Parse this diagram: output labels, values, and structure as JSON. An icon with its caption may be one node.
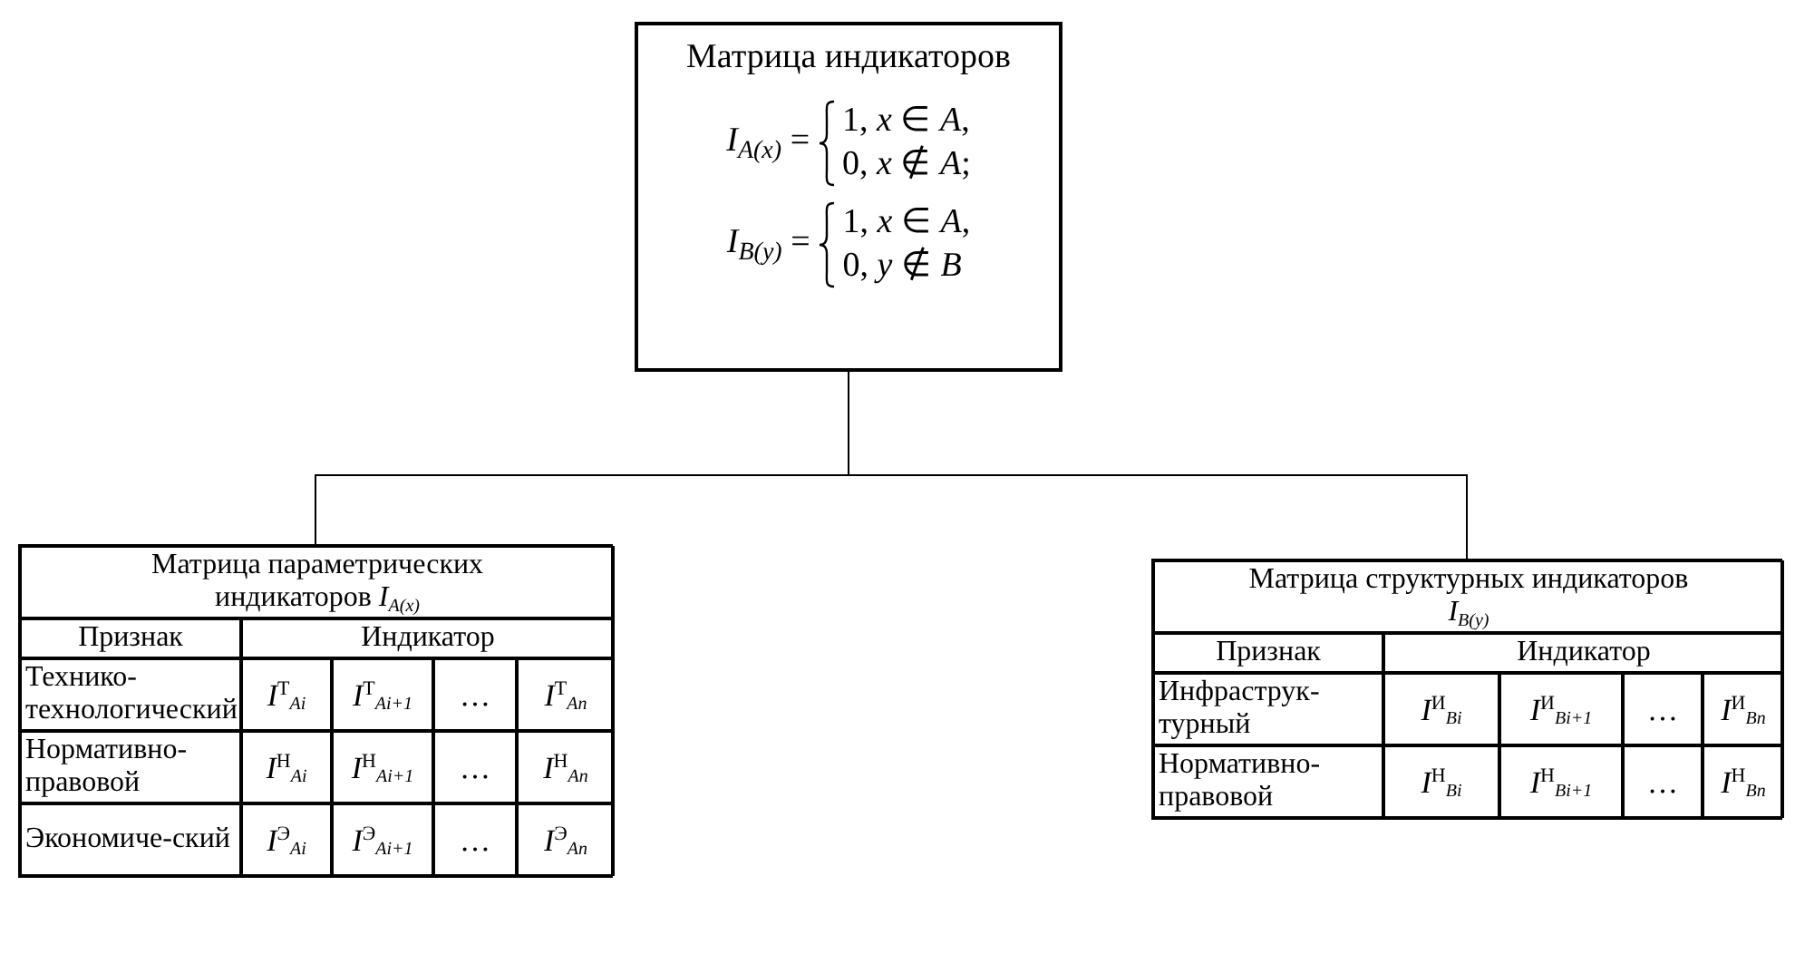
{
  "diagram": {
    "nodes": [
      {
        "text": [
          "Матрица индикаторов",
          "*I*$_{A(x)}$ =",
          "1, *x* ∈ *A*,",
          "0, *x* ∉ *A*;",
          "*I*$_{B(y)}$ =",
          "1, *x* ∈ *A*,",
          "0, *y* ∉ *B*"
        ]
      },
      {
        "text": [
          "Матрица параметрических индикаторов *I*$_{A(x)}$",
          "Признак",
          "Индикатор",
          "Технико-технологический",
          "*I*$^{Т}$$_{Ai}$",
          "*I*$^{Т}$$_{Ai+1}$",
          "…",
          "*I*$^{Т}$$_{An}$",
          "Нормативно-правовой",
          "*I*$^{Н}$$_{Ai}$",
          "*I*$^{Н}$$_{Ai+1}$",
          "…",
          "*I*$^{Н}$$_{An}$",
          "Экономиче-ский",
          "*I*$^{Э}$$_{Ai}$",
          "*I*$^{Э}$$_{Ai+1}$",
          "…",
          "*I*$^{Э}$$_{An}$"
        ]
      },
      {
        "text": [
          "Матрица структурных индикаторов *I*$_{B(y)}$",
          "Признак",
          "Индикатор",
          "Инфраструк-турный",
          "*I*$^{И}$$_{Bi}$",
          "*I*$^{И}$$_{Bi+1}$",
          "…",
          "*I*$^{И}$$_{Bn}$",
          "Нормативно-правовой",
          "*I*$^{Н}$$_{Bi}$",
          "*I*$^{Н}$$_{Bi+1}$",
          "…",
          "*I*$^{Н}$$_{Bn}$"
        ]
      }
    ],
    "edges": [
      {
        "from": 0,
        "to": 1,
        "arrow": "none"
      },
      {
        "from": 0,
        "to": 2,
        "arrow": "none"
      }
    ]
  }
}
